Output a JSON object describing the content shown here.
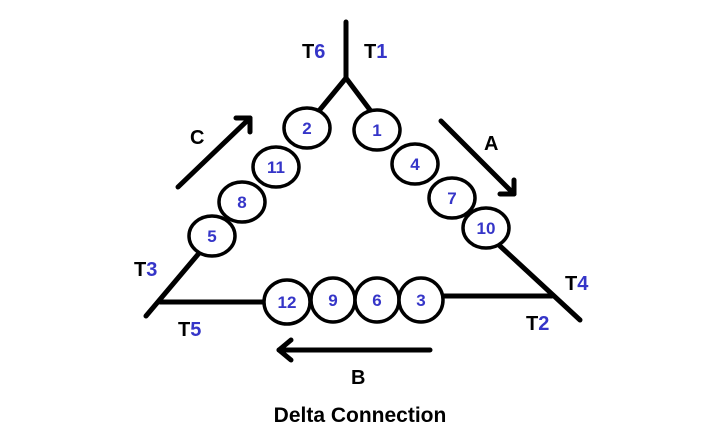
{
  "caption": "Delta Connection",
  "colors": {
    "line": "#000000",
    "number": "#3535c8",
    "background": "#ffffff"
  },
  "phases": {
    "a": "A",
    "b": "B",
    "c": "C"
  },
  "terminals": {
    "t1": {
      "prefix": "T",
      "num": "1"
    },
    "t2": {
      "prefix": "T",
      "num": "2"
    },
    "t3": {
      "prefix": "T",
      "num": "3"
    },
    "t4": {
      "prefix": "T",
      "num": "4"
    },
    "t5": {
      "prefix": "T",
      "num": "5"
    },
    "t6": {
      "prefix": "T",
      "num": "6"
    }
  },
  "coils": {
    "c1": "1",
    "c2": "2",
    "c3": "3",
    "c4": "4",
    "c5": "5",
    "c6": "6",
    "c7": "7",
    "c8": "8",
    "c9": "9",
    "c10": "10",
    "c11": "11",
    "c12": "12"
  }
}
